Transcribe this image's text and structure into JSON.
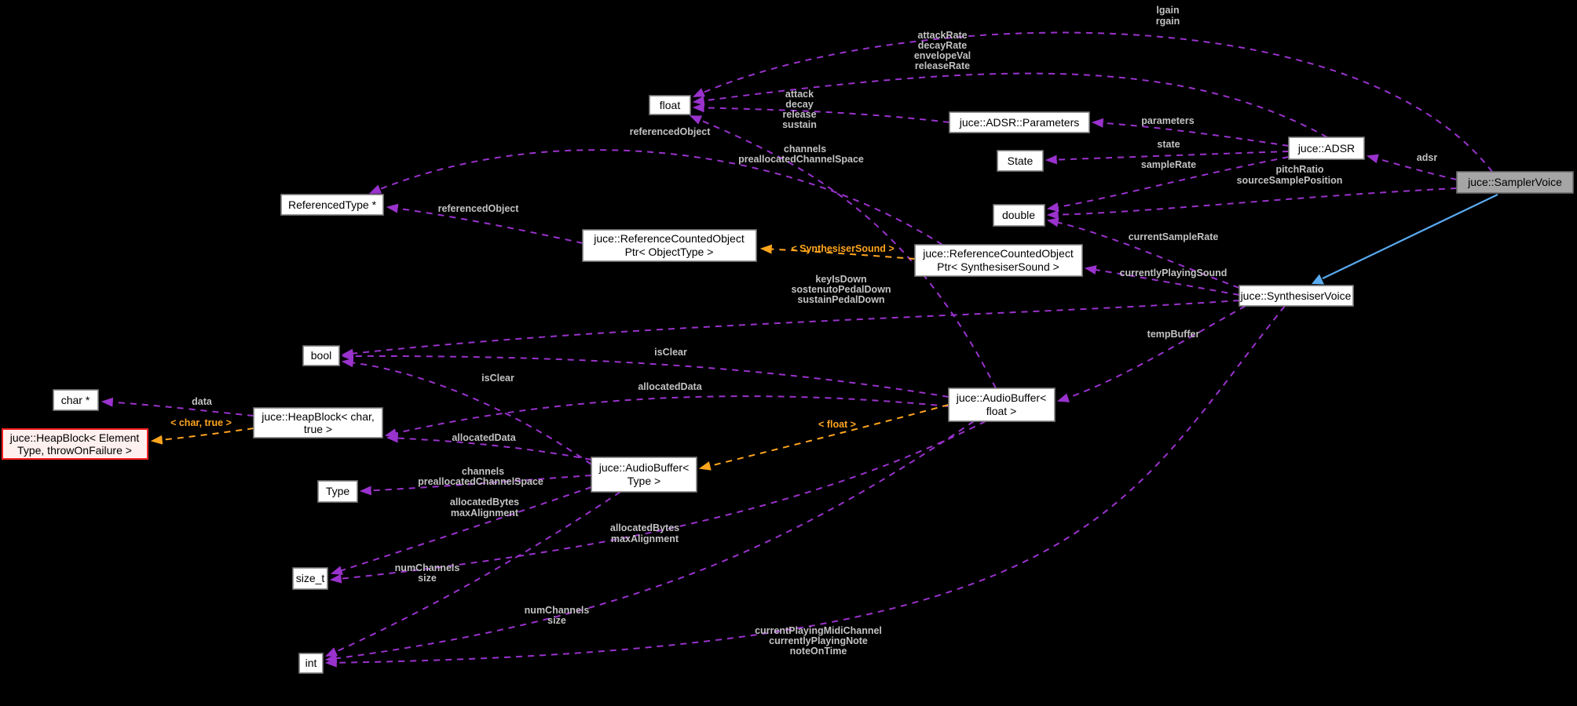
{
  "diagram": {
    "type": "doxygen-collaboration-graph",
    "colors": {
      "bg": "#000000",
      "edge_member": "#9a32cd",
      "edge_template": "#ffa51e",
      "edge_inherit": "#5aabf0",
      "label_color": "#c2c2c2",
      "node_bg": "#ffffff",
      "node_border": "#7d7d7d",
      "node_gray_bg": "#a5a5a5",
      "node_gray_border": "#6e6e6e",
      "node_red_bg": "#fff0f0",
      "node_red_border": "#ff2020"
    },
    "nodes": {
      "sampler_voice": {
        "label": "juce::SamplerVoice"
      },
      "adsr": {
        "label": "juce::ADSR"
      },
      "adsr_parameters": {
        "label": "juce::ADSR::Parameters"
      },
      "state": {
        "label": "State"
      },
      "double": {
        "label": "double"
      },
      "float": {
        "label": "float"
      },
      "synthesiser_voice": {
        "label": "juce::SynthesiserVoice"
      },
      "ref_counted_ptr_synth_sound": {
        "line1": "juce::ReferenceCountedObject",
        "line2": "Ptr< SynthesiserSound >"
      },
      "ref_counted_ptr_object_type": {
        "line1": "juce::ReferenceCountedObject",
        "line2": "Ptr< ObjectType >"
      },
      "referenced_type": {
        "label": "ReferencedType *"
      },
      "bool": {
        "label": "bool"
      },
      "char_ptr": {
        "label": "char *"
      },
      "heap_block_char": {
        "line1": "juce::HeapBlock< char,",
        "line2": "true >"
      },
      "heap_block_element": {
        "line1": "juce::HeapBlock< Element",
        "line2": "Type, throwOnFailure >"
      },
      "audio_buffer_float": {
        "line1": "juce::AudioBuffer<",
        "line2": "float >"
      },
      "audio_buffer_type": {
        "line1": "juce::AudioBuffer<",
        "line2": "Type >"
      },
      "type": {
        "label": "Type"
      },
      "size_t": {
        "label": "size_t"
      },
      "int": {
        "label": "int"
      }
    },
    "edge_labels": {
      "lgain_rgain": [
        "lgain",
        "rgain"
      ],
      "adsr_rates": [
        "attackRate",
        "decayRate",
        "envelopeVal",
        "releaseRate"
      ],
      "adsr_param_fields": [
        "attack",
        "decay",
        "release",
        "sustain"
      ],
      "parameters": "parameters",
      "state": "state",
      "sample_rate": "sampleRate",
      "adsr": "adsr",
      "pitch_ratio": [
        "pitchRatio",
        "sourceSamplePosition"
      ],
      "channels_float": [
        "channels",
        "preallocatedChannelSpace"
      ],
      "referenced_object_upper": "referencedObject",
      "referenced_object_lower": "referencedObject",
      "tmpl_synth_sound": "< SynthesiserSound >",
      "key_is_down": [
        "keyIsDown",
        "sostenutoPedalDown",
        "sustainPedalDown"
      ],
      "current_sample_rate": "currentSampleRate",
      "currently_playing_sound": "currentlyPlayingSound",
      "temp_buffer": "tempBuffer",
      "is_clear_float": "isClear",
      "is_clear_type": "isClear",
      "allocated_data_float": "allocatedData",
      "allocated_data_type": "allocatedData",
      "tmpl_float": "< float >",
      "tmpl_char_true": "< char, true >",
      "data": "data",
      "channels_type": [
        "channels",
        "preallocatedChannelSpace"
      ],
      "allocated_bytes_type": [
        "allocatedBytes",
        "maxAlignment"
      ],
      "allocated_bytes_float": [
        "allocatedBytes",
        "maxAlignment"
      ],
      "num_channels_type": [
        "numChannels",
        "size"
      ],
      "num_channels_float": [
        "numChannels",
        "size"
      ],
      "current_playing": [
        "currentPlayingMidiChannel",
        "currentlyPlayingNote",
        "noteOnTime"
      ]
    }
  }
}
